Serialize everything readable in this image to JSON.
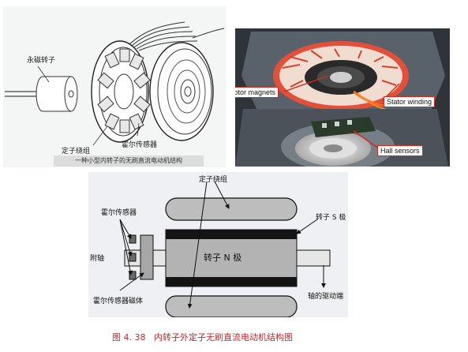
{
  "top_left": {
    "label_rotor": "永磁转子",
    "label_stator": "定子绕组",
    "label_hall": "霍尔传感器",
    "caption": "一种小型内转子的无刷直流电动机结构"
  },
  "photo": {
    "label_rotor_magnets": "Rotor magnets",
    "label_stator_winding": "Stator winding",
    "label_hall_sensors": "Hall sensors"
  },
  "schematic": {
    "label_stator_top": "定子绕组",
    "label_hall_top": "霍尔传感器",
    "label_rotor_s": "转子 S 极",
    "label_rotor_n": "转子 N 极",
    "label_aux_shaft": "附轴",
    "label_drive_end": "轴的驱动端",
    "label_hall_magnet": "霍尔传感器磁体"
  },
  "figure_caption": "图 4. 38   内转子外定子无刷直流电动机结构图",
  "colors": {
    "caption_red": "#c0282a",
    "photo_label_border": "#d42a1c",
    "stator_fill": "#bdbdbd",
    "rotor_dark": "#141414",
    "rotor_mid": "#b3b3b3"
  }
}
